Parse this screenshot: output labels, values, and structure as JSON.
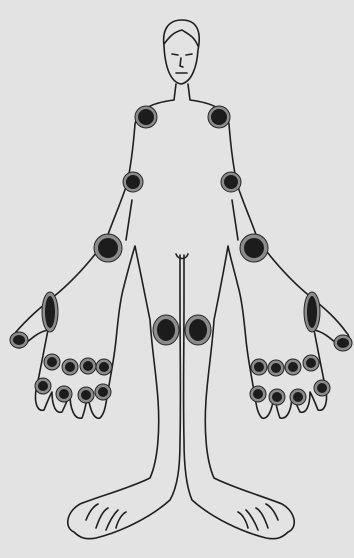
{
  "figure": {
    "description_visible_text": "",
    "colors": {
      "background": "#e3e3e3",
      "outline": "#1f1f1f",
      "joint_halo": "#8c8c8c",
      "joint_core": "#1c1c1c"
    },
    "marked_joints": [
      "right-shoulder",
      "left-shoulder",
      "right-elbow",
      "left-elbow",
      "right-wrist",
      "left-wrist",
      "right-thumb-base",
      "left-thumb-base",
      "right-thumb-tip",
      "left-thumb-tip",
      "right-knee",
      "left-knee",
      "right-hand-mcp-1",
      "right-hand-mcp-2",
      "right-hand-mcp-3",
      "right-hand-mcp-4",
      "right-hand-pip-1",
      "right-hand-pip-2",
      "right-hand-pip-3",
      "right-hand-pip-4",
      "left-hand-mcp-1",
      "left-hand-mcp-2",
      "left-hand-mcp-3",
      "left-hand-mcp-4",
      "left-hand-pip-1",
      "left-hand-pip-2",
      "left-hand-pip-3",
      "left-hand-pip-4"
    ]
  }
}
